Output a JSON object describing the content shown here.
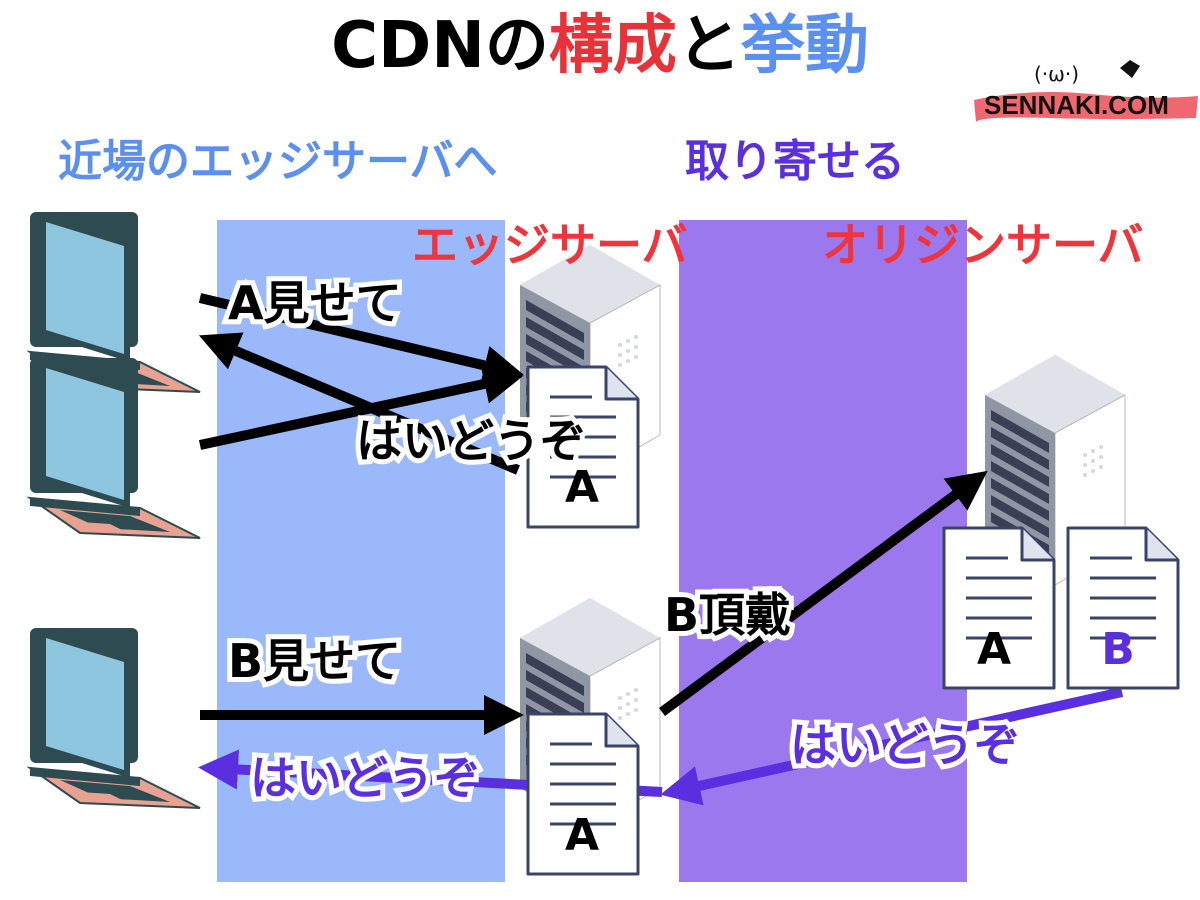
{
  "title": {
    "part1": "CDNの",
    "part2": "構成",
    "part3": "と",
    "part4": "挙動"
  },
  "credit": {
    "text": "SENNAKI.COM",
    "face": "(·ω·)"
  },
  "labels": {
    "edge_near": "近場のエッジサーバへ",
    "fetch": "取り寄せる",
    "edge_server": "エッジサーバ",
    "origin_server": "オリジンサーバ"
  },
  "messages": {
    "a_request": "A見せて",
    "a_reply": "はいどうぞ",
    "b_request": "B見せて",
    "b_fetch": "B頂戴",
    "b_reply_origin": "はいどうぞ",
    "b_reply_client": "はいどうぞ"
  },
  "documents": {
    "edge_top": "A",
    "edge_bottom": "A",
    "origin_left": "A",
    "origin_right": "B"
  },
  "colors": {
    "edge_zone": "#9ab8fa",
    "origin_zone": "#9c78ee",
    "title_red": "#e8323a",
    "title_blue": "#5b8ff0",
    "label_red": "#f0343c",
    "arrow_black": "#000000",
    "arrow_purple": "#5a2fe0"
  }
}
